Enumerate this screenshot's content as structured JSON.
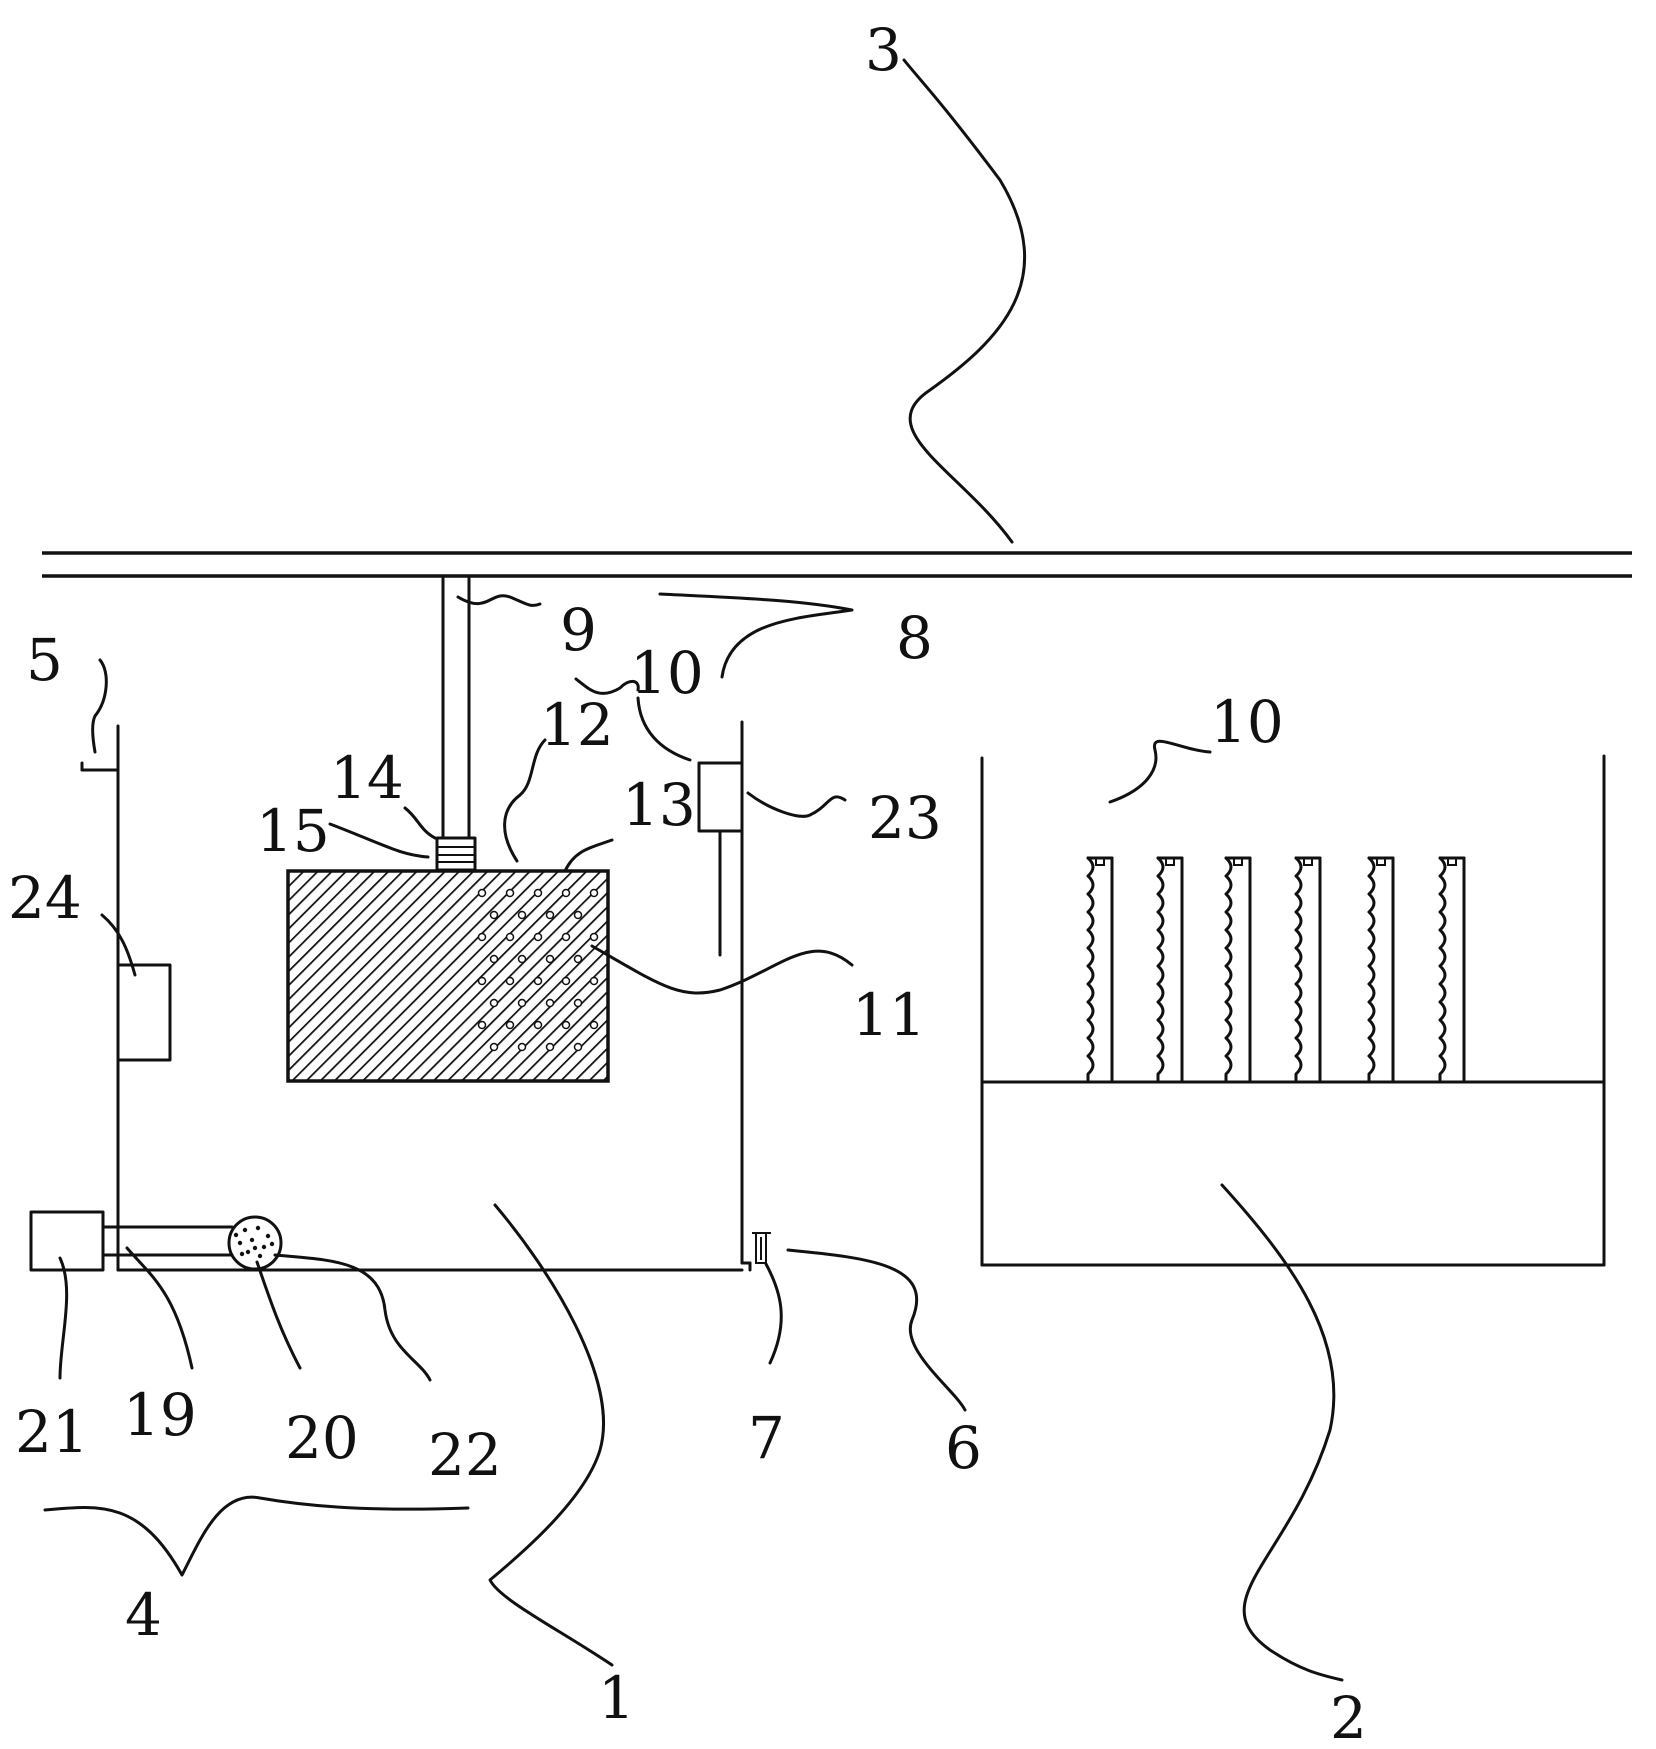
{
  "labels": {
    "l1": "1",
    "l2": "2",
    "l3": "3",
    "l4": "4",
    "l5": "5",
    "l6": "6",
    "l7": "7",
    "l8": "8",
    "l9": "9",
    "l10a": "10",
    "l10b": "10",
    "l11": "11",
    "l12": "12",
    "l13": "13",
    "l14": "14",
    "l15": "15",
    "l19": "19",
    "l20": "20",
    "l21": "21",
    "l22": "22",
    "l23": "23",
    "l24": "24"
  },
  "colors": {
    "ink": "#111111",
    "paper": "#ffffff"
  }
}
